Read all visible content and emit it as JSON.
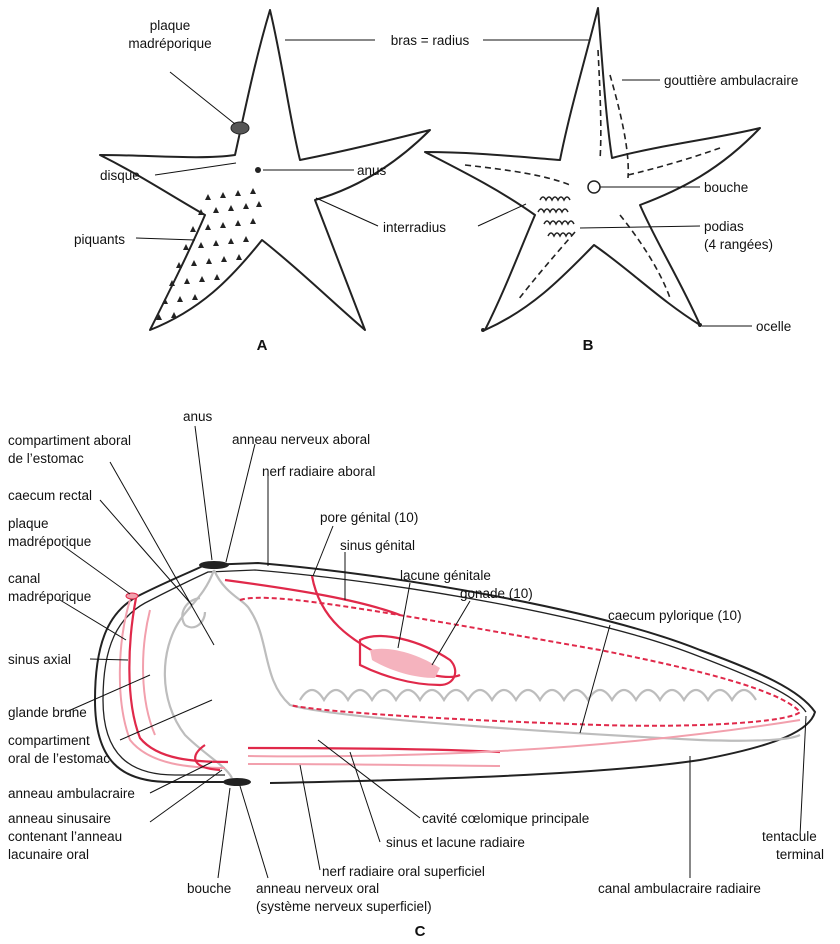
{
  "panels": {
    "a": "A",
    "b": "B",
    "c": "C"
  },
  "labels_a": {
    "plaque": [
      "plaque",
      "madréporique"
    ],
    "bras": "bras = radius",
    "disque": "disque",
    "anus": "anus",
    "piquants": "piquants",
    "interradius": "interradius"
  },
  "labels_b": {
    "gouttiere": "gouttière ambulacraire",
    "bouche": "bouche",
    "podias": [
      "podias",
      "(4 rangées)"
    ],
    "ocelle": "ocelle"
  },
  "labels_c": {
    "anus": "anus",
    "comp_aboral": [
      "compartiment aboral",
      "de l’estomac"
    ],
    "anneau_nerveux_aboral": "anneau nerveux aboral",
    "nerf_radiaire_aboral": "nerf radiaire aboral",
    "caecum_rectal": "caecum rectal",
    "plaque": [
      "plaque",
      "madréporique"
    ],
    "pore_genital": "pore génital (10)",
    "sinus_genital": "sinus génital",
    "canal_madreporique": [
      "canal",
      "madréporique"
    ],
    "lacune_genitale": "lacune génitale",
    "gonade": "gonade (10)",
    "caecum_pylorique": "caecum pylorique (10)",
    "sinus_axial": "sinus axial",
    "glande_brune": "glande brune",
    "comp_oral": [
      "compartiment",
      "oral de l’estomac"
    ],
    "anneau_ambulacraire": "anneau ambulacraire",
    "cavite": "cavité cœlomique principale",
    "sinus_lacune": "sinus et lacune radiaire",
    "tentacule": [
      "tentacule",
      "terminal"
    ],
    "nerf_oral": "nerf radiaire oral superficiel",
    "anneau_sinusaire": [
      "anneau sinusaire",
      "contenant l’anneau",
      "lacunaire oral"
    ],
    "bouche": "bouche",
    "anneau_nerveux_oral": [
      "anneau nerveux oral",
      "(système nerveux superficiel)"
    ],
    "canal_radiaire": "canal ambulacraire radiaire"
  },
  "colors": {
    "vessel": "#e0294a",
    "vessel_light": "#f2a0ad",
    "gut": "#bdbdbd",
    "outline": "#222222"
  }
}
